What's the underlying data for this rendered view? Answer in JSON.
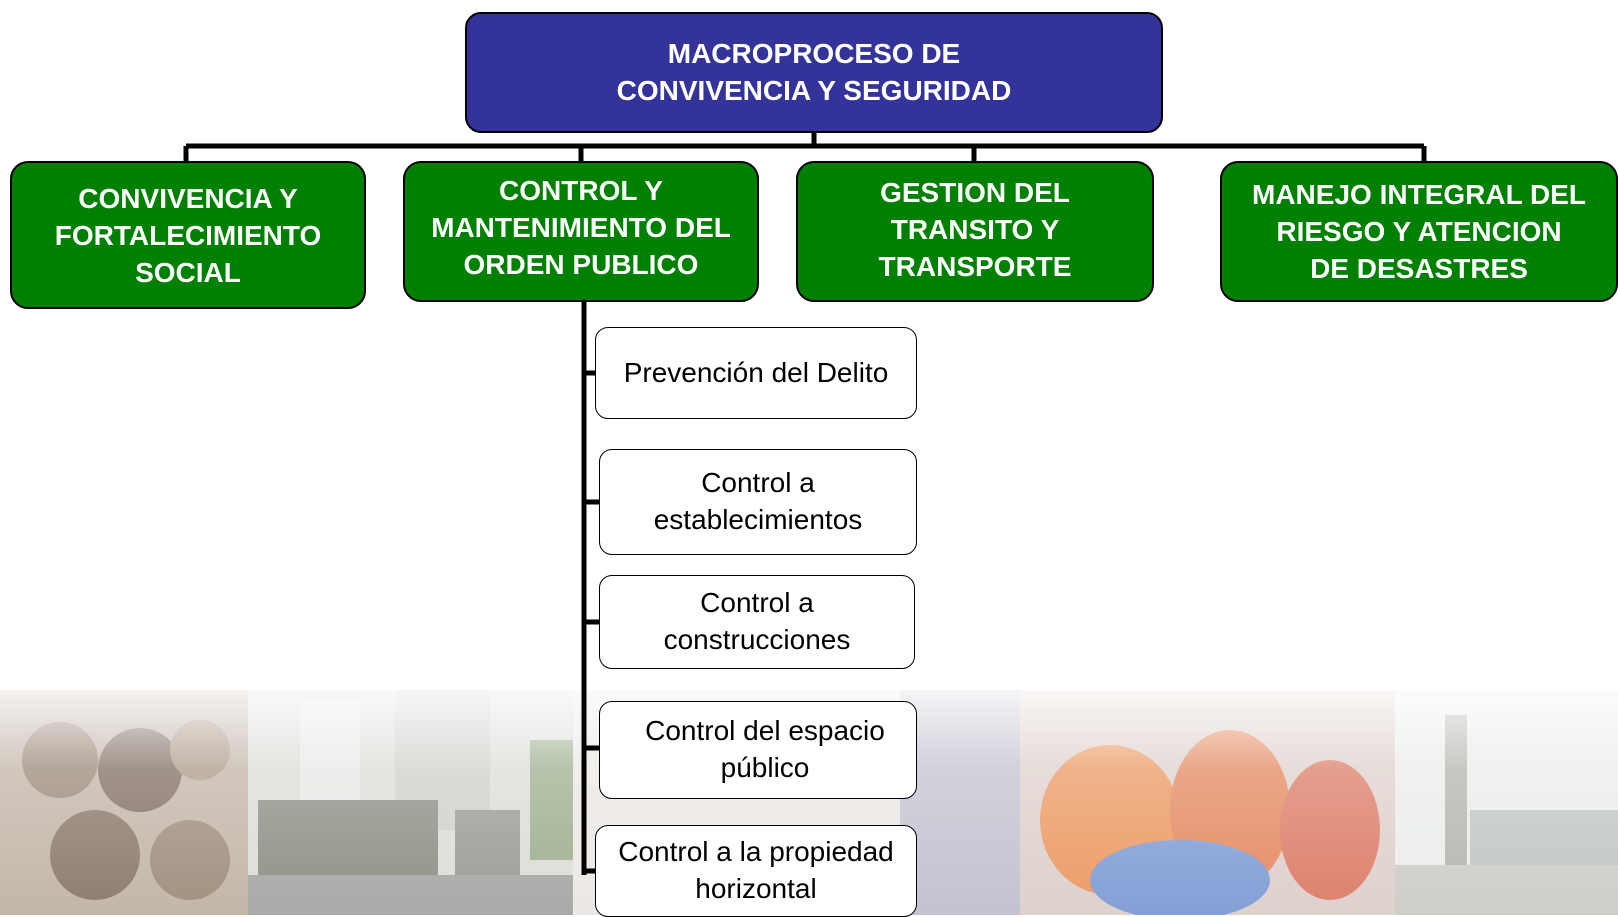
{
  "diagram": {
    "root": {
      "label": "MACROPROCESO DE\nCONVIVENCIA Y SEGURIDAD"
    },
    "branches": [
      {
        "label": "CONVIVENCIA Y\nFORTALECIMIENTO\nSOCIAL"
      },
      {
        "label": "CONTROL Y\nMANTENIMIENTO DEL\nORDEN PUBLICO"
      },
      {
        "label": "GESTION DEL\nTRANSITO Y\nTRANSPORTE"
      },
      {
        "label": "MANEJO INTEGRAL  DEL\nRIESGO  Y ATENCION\nDE  DESASTRES"
      }
    ],
    "sub_items": [
      {
        "label": "Prevención del Delito"
      },
      {
        "label": "Control a\nestablecimientos"
      },
      {
        "label": "Control a\nconstrucciones"
      },
      {
        "label": "Control del espacio\npúblico"
      },
      {
        "label": "Control a la propiedad\nhorizontal"
      }
    ]
  },
  "colors": {
    "root_fill": "#333399",
    "branch_fill": "#008000",
    "sub_fill": "#ffffff",
    "connector": "#000000"
  },
  "photo_strip": [
    {
      "content": "crowd-photo"
    },
    {
      "content": "street-parade-photo"
    },
    {
      "content": "carnival-dancers-photo"
    },
    {
      "content": "city-tower-photo"
    }
  ]
}
